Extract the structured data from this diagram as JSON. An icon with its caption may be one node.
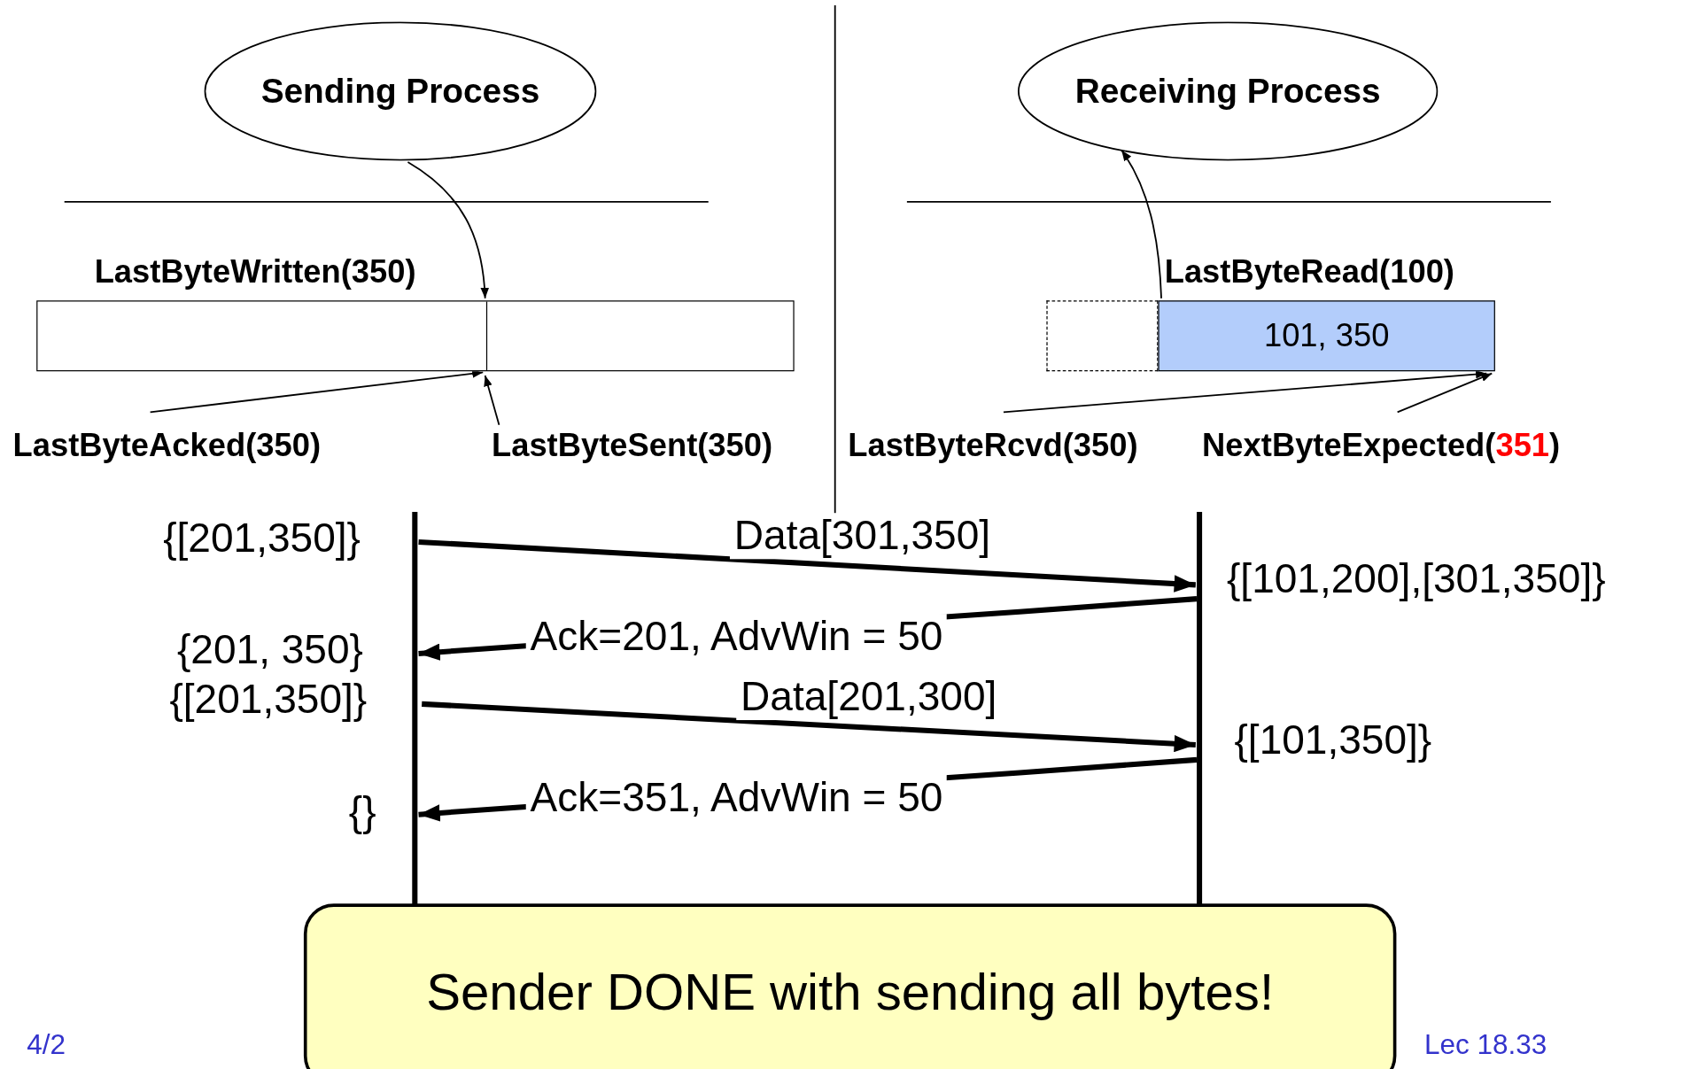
{
  "diagram": {
    "nodes": [
      {
        "text": [
          "Sending Process"
        ]
      },
      {
        "text": [
          "Receiving Process"
        ]
      },
      {
        "text": [],
        "shape": "box"
      },
      {
        "text": [
          "LastByteAcked(350)"
        ]
      },
      {
        "text": [
          "LastByteSent(350)"
        ]
      },
      {
        "text": [],
        "shape": "box"
      },
      {
        "text": [
          "101, 350"
        ]
      },
      {
        "text": [
          "LastByteRcvd(350)"
        ]
      },
      {
        "text": [
          "NextByteExpected(351)"
        ]
      },
      {
        "text": [],
        "shape": "bar"
      },
      {
        "text": [],
        "shape": "bar"
      },
      {
        "text": [
          "Sender DONE with sending all bytes!"
        ]
      }
    ],
    "edges": [
      {
        "from": 0,
        "to": 2,
        "arrow": "to"
      },
      {
        "from": 3,
        "to": 2,
        "arrow": "to"
      },
      {
        "from": 4,
        "to": 2,
        "arrow": "to"
      },
      {
        "from": 6,
        "to": 1,
        "arrow": "to"
      },
      {
        "from": 7,
        "to": 6,
        "arrow": "to"
      },
      {
        "from": 8,
        "to": 6,
        "arrow": "to"
      },
      {
        "from": 9,
        "to": 10,
        "arrow": "to",
        "label": "Data[301,350]",
        "style": "thick"
      },
      {
        "from": 10,
        "to": 9,
        "arrow": "to",
        "label": "Ack=201, AdvWin = 50",
        "style": "thick"
      },
      {
        "from": 9,
        "to": 10,
        "arrow": "to",
        "label": "Data[201,300]",
        "style": "thick"
      },
      {
        "from": 10,
        "to": 9,
        "arrow": "to",
        "label": "Ack=351, AdvWin = 50",
        "style": "thick"
      }
    ],
    "labels": [
      "LastByteWritten(350)",
      "LastByteRead(100)",
      "{[201,350]}",
      "{[101,200],[301,350]}",
      "{201, 350}",
      "{[201,350]}",
      "{[101,350]}",
      "{}",
      "4/2",
      "Lec 18.33"
    ]
  }
}
